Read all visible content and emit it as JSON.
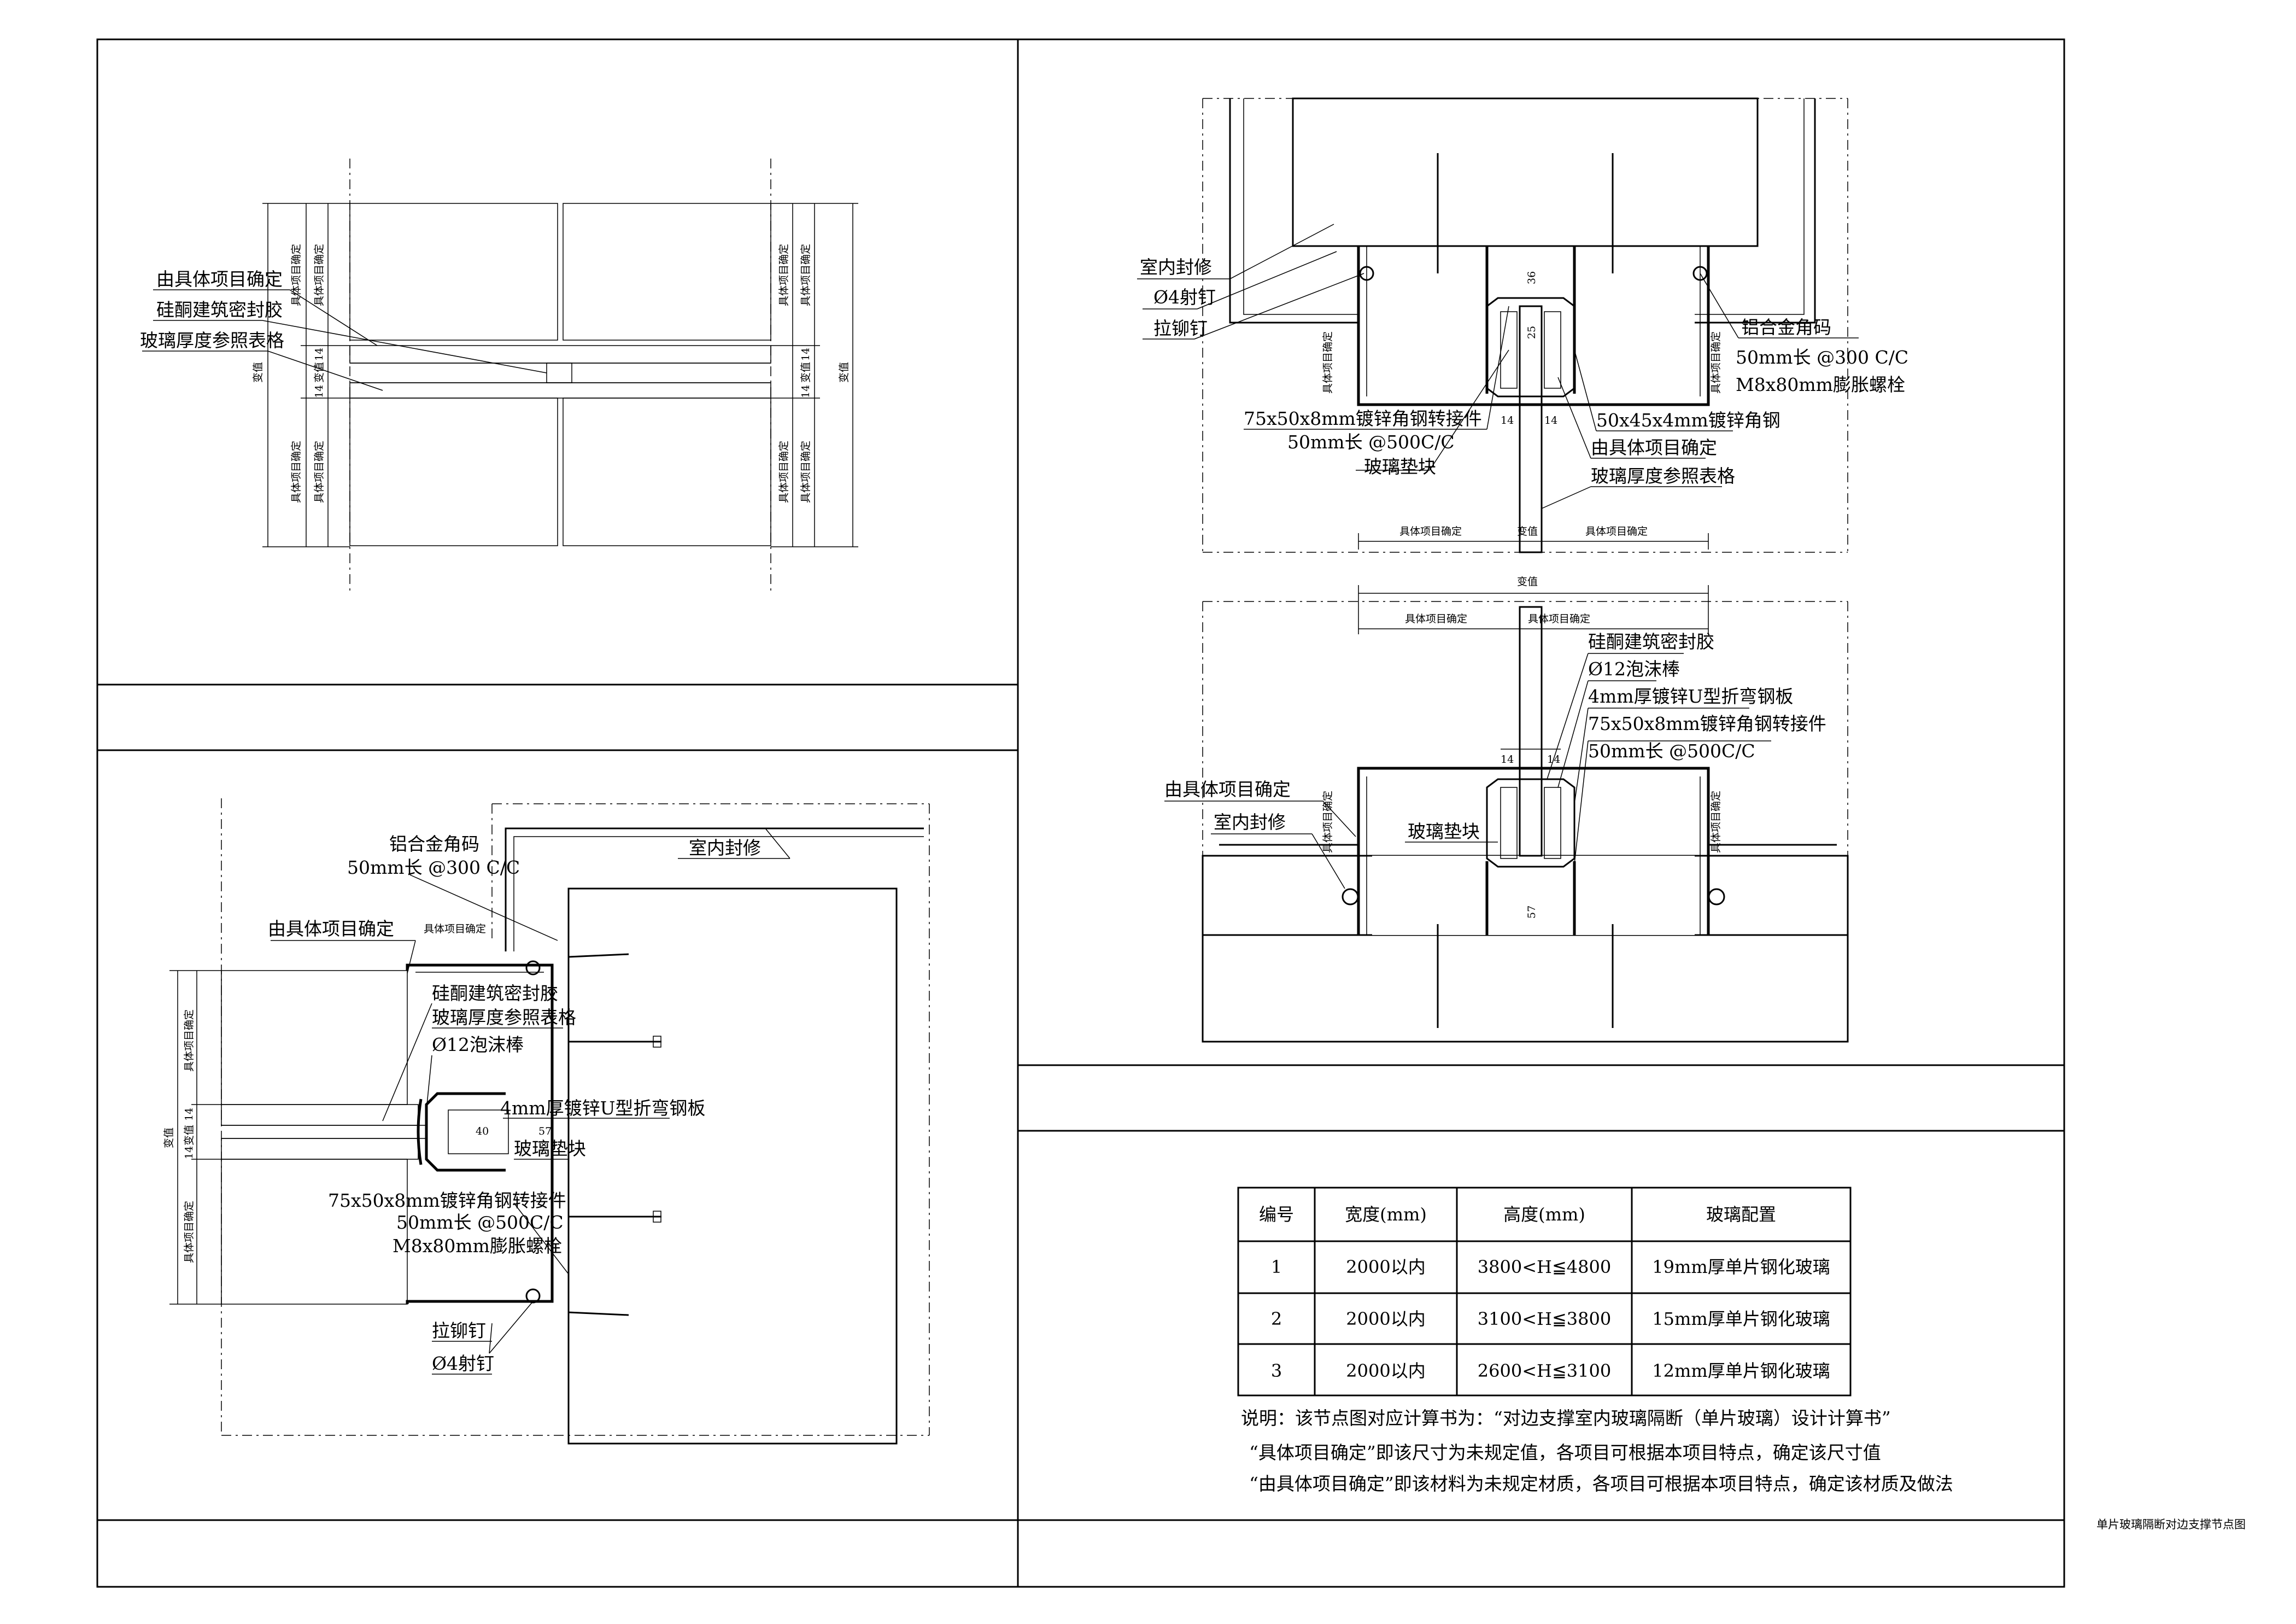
{
  "colors": {
    "ink": "#000000",
    "paper": "#ffffff",
    "glass_fill": "#9a9a9a",
    "screed": "#d8d8d8"
  },
  "panel1": {
    "labels": [
      "由具体项目确定",
      "硅酮建筑密封胶",
      "玻璃厚度参照表格"
    ],
    "dims": {
      "spec": "具体项目确定",
      "var": "变值",
      "v14": "14"
    }
  },
  "panel2": {
    "left_labels": [
      "由具体项目确定"
    ],
    "top_labels": [
      "铝合金角码",
      "50mm长 @300 C/C"
    ],
    "interior": "室内封修",
    "mid_labels": [
      "硅酮建筑密封胶",
      "玻璃厚度参照表格",
      "Ø12泡沫棒"
    ],
    "u_plate": "4mm厚镀锌U型折弯钢板",
    "glass_block": "玻璃垫块",
    "bottom_labels": [
      "75x50x8mm镀锌角钢转接件",
      "50mm长 @500C/C",
      "M8x80mm膨胀螺栓"
    ],
    "rivets": [
      "拉铆钉",
      "Ø4射钉"
    ],
    "dims": {
      "spec": "具体项目确定",
      "var": "变值",
      "d14": "14",
      "d40": "40",
      "d57": "57"
    }
  },
  "panel3": {
    "left_top": [
      "室内封修",
      "Ø4射钉",
      "拉铆钉"
    ],
    "right_top": [
      "铝合金角码",
      "50mm长 @300 C/C",
      "M8x80mm膨胀螺栓"
    ],
    "left_bottom": [
      "75x50x8mm镀锌角钢转接件",
      "50mm长 @500C/C",
      "玻璃垫块"
    ],
    "right_mid": [
      "50x45x4mm镀锌角钢",
      "由具体项目确定",
      "玻璃厚度参照表格"
    ],
    "dims_top": {
      "spec_l": "具体项目确定",
      "var": "变值",
      "spec_r": "具体项目确定",
      "d14": "14",
      "d36": "36",
      "d25": "25"
    }
  },
  "panel4": {
    "top_dims": {
      "var": "变值",
      "spec": "具体项目确定"
    },
    "right_labels": [
      "硅酮建筑密封胶",
      "Ø12泡沫棒",
      "4mm厚镀锌U型折弯钢板",
      "75x50x8mm镀锌角钢转接件",
      "50mm长 @500C/C"
    ],
    "left_labels": [
      "由具体项目确定",
      "室内封修"
    ],
    "glass_block": "玻璃垫块",
    "dims": {
      "d14": "14",
      "d57": "57",
      "spec": "具体项目确定"
    }
  },
  "table": {
    "headers": [
      "编号",
      "宽度(mm)",
      "高度(mm)",
      "玻璃配置"
    ],
    "rows": [
      [
        "1",
        "2000以内",
        "3800<H≦4800",
        "19mm厚单片钢化玻璃"
      ],
      [
        "2",
        "2000以内",
        "3100<H≦3800",
        "15mm厚单片钢化玻璃"
      ],
      [
        "3",
        "2000以内",
        "2600<H≦3100",
        "12mm厚单片钢化玻璃"
      ]
    ]
  },
  "notes": [
    "说明：该节点图对应计算书为：“对边支撑室内玻璃隔断（单片玻璃）设计计算书”",
    "“具体项目确定”即该尺寸为未规定值，各项目可根据本项目特点，确定该尺寸值",
    "“由具体项目确定”即该材料为未规定材质，各项目可根据本项目特点，确定该材质及做法"
  ],
  "sheet_title": "单片玻璃隔断对边支撑节点图"
}
